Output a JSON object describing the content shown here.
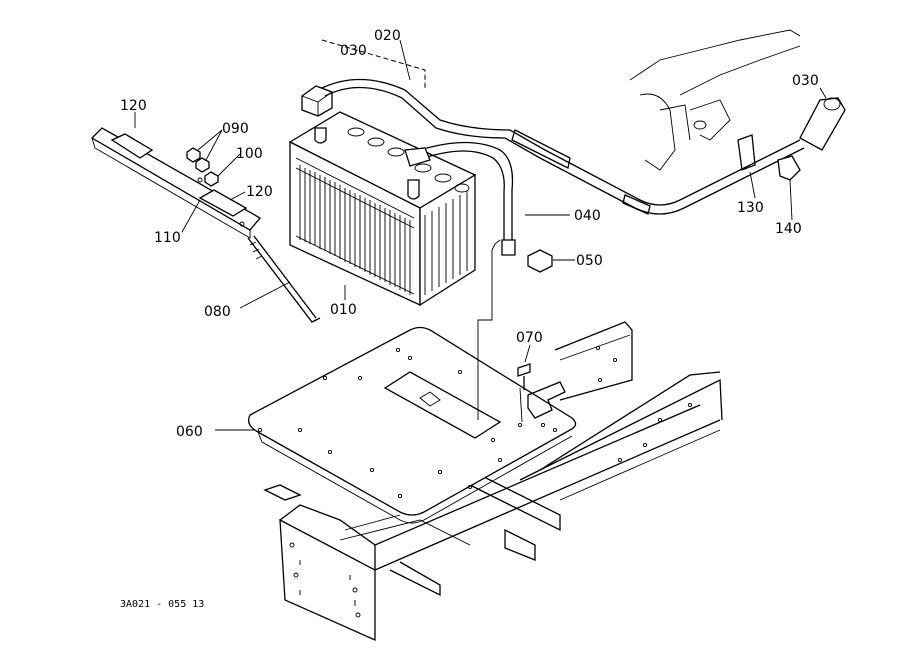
{
  "parts": [
    {
      "id": "p020",
      "text": "020"
    },
    {
      "id": "p030a",
      "text": "030"
    },
    {
      "id": "p030b",
      "text": "030"
    },
    {
      "id": "p120a",
      "text": "120"
    },
    {
      "id": "p090",
      "text": "090"
    },
    {
      "id": "p100",
      "text": "100"
    },
    {
      "id": "p120b",
      "text": "120"
    },
    {
      "id": "p110",
      "text": "110"
    },
    {
      "id": "p040",
      "text": "040"
    },
    {
      "id": "p050",
      "text": "050"
    },
    {
      "id": "p130",
      "text": "130"
    },
    {
      "id": "p140",
      "text": "140"
    },
    {
      "id": "p080",
      "text": "080"
    },
    {
      "id": "p010",
      "text": "010"
    },
    {
      "id": "p070",
      "text": "070"
    },
    {
      "id": "p060",
      "text": "060"
    }
  ],
  "drawing_code": "3A021 - 055 13"
}
